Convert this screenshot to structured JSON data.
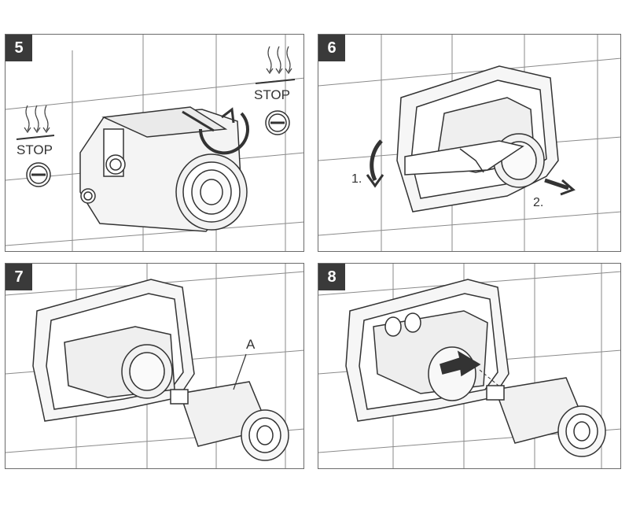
{
  "colors": {
    "line": "#333333",
    "tile": "#8a8a8a",
    "badge_bg": "#3a3a3a",
    "badge_fg": "#ffffff",
    "border": "#6b6b6b"
  },
  "panels": [
    {
      "step": "5",
      "labels": {
        "stop_left": "STOP",
        "stop_right": "STOP"
      }
    },
    {
      "step": "6",
      "labels": {
        "action_1": "1.",
        "action_2": "2."
      }
    },
    {
      "step": "7",
      "labels": {
        "part": "A"
      }
    },
    {
      "step": "8",
      "labels": {}
    }
  ]
}
